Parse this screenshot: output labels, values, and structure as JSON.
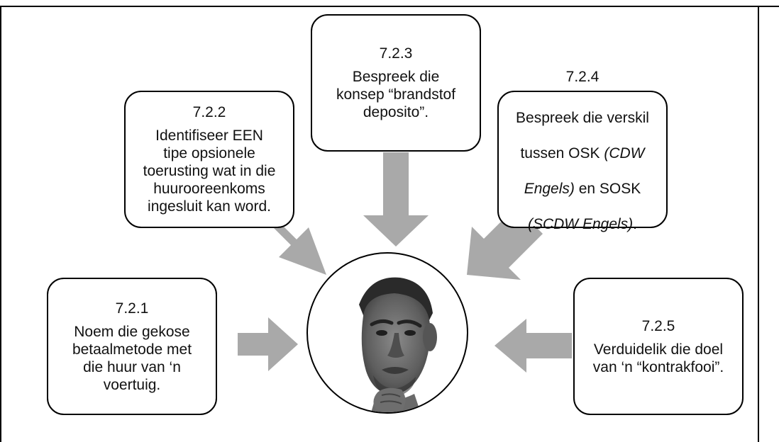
{
  "boxes": {
    "b1": {
      "number": "7.2.1",
      "text": "Noem die gekose\nbetaalmetode met\ndie huur van ‘n\nvoertuig."
    },
    "b2": {
      "number": "7.2.2",
      "text": "Identifiseer EEN\ntipe opsionele\ntoerusting wat in die\nhuurooreenkoms\ningesluit kan word."
    },
    "b3": {
      "number": "7.2.3",
      "text": "Bespreek die\nkonsep “brandstof\ndeposito”."
    },
    "b4": {
      "number": "7.2.4",
      "line1": "Bespreek die verskil",
      "line2a": "tussen OSK ",
      "line2b": "(CDW",
      "line3a": "Engels)",
      "line3b": " en SOSK",
      "line4a": "(SCDW Engels)",
      "line4b": "."
    },
    "b5": {
      "number": "7.2.5",
      "text": "Verduidelik die doel\nvan ‘n “kontrakfooi”."
    }
  },
  "colors": {
    "arrow": "#a9a9a9",
    "border": "#000000",
    "photo_tone": "grayscale"
  },
  "center_image": {
    "subject": "person-thinking-photo"
  }
}
